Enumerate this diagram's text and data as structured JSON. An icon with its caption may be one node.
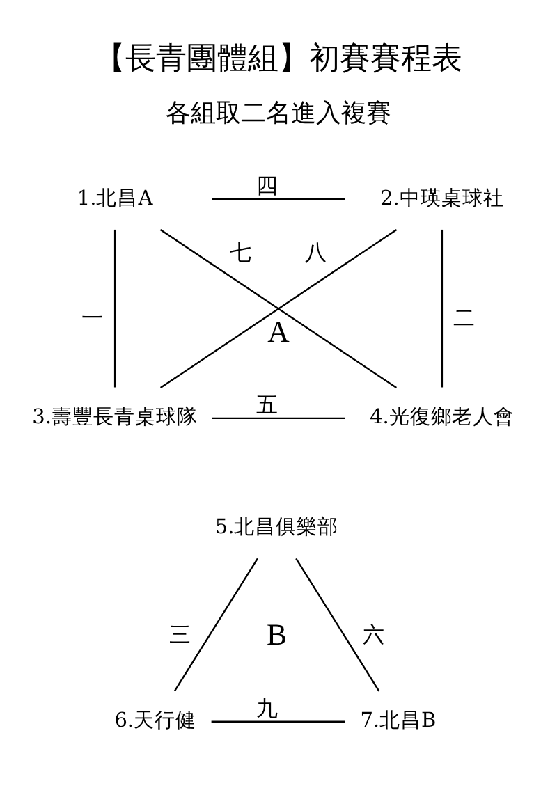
{
  "diagram": {
    "title": "【長青團體組】初賽賽程表",
    "nodes": [
      {
        "text": [
          "1.北昌A"
        ]
      },
      {
        "text": [
          "2.中瑛桌球社"
        ]
      },
      {
        "text": [
          "3.壽豐長青桌球隊"
        ]
      },
      {
        "text": [
          "4.光復鄉老人會"
        ]
      },
      {
        "text": [
          "5.北昌俱樂部"
        ]
      },
      {
        "text": [
          "6.天行健"
        ]
      },
      {
        "text": [
          "7.北昌B"
        ]
      }
    ],
    "edges": [
      {
        "from": 0,
        "to": 1,
        "arrow": "none",
        "label": "四"
      },
      {
        "from": 0,
        "to": 3,
        "arrow": "none",
        "label": "七"
      },
      {
        "from": 1,
        "to": 2,
        "arrow": "none",
        "label": "八"
      },
      {
        "from": 0,
        "to": 2,
        "arrow": "none",
        "label": "一"
      },
      {
        "from": 1,
        "to": 3,
        "arrow": "none",
        "label": "二"
      },
      {
        "from": 2,
        "to": 3,
        "arrow": "none",
        "label": "五"
      },
      {
        "from": 4,
        "to": 5,
        "arrow": "none",
        "label": "三"
      },
      {
        "from": 4,
        "to": 6,
        "arrow": "none",
        "label": "六"
      },
      {
        "from": 5,
        "to": 6,
        "arrow": "none",
        "label": "九"
      }
    ],
    "labels": [
      "各組取二名進入複賽",
      "A",
      "B"
    ]
  }
}
